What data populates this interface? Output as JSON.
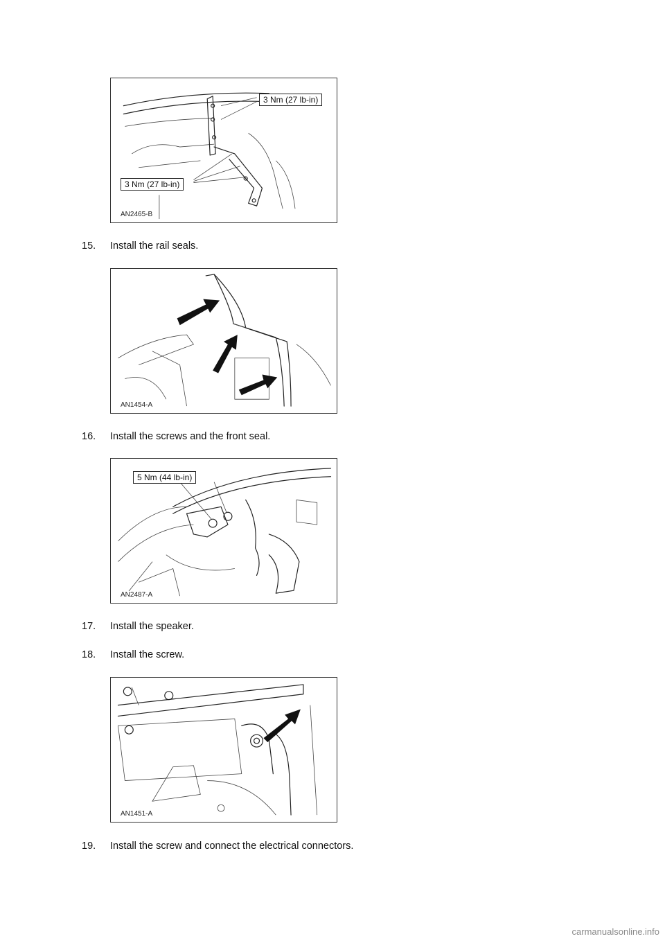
{
  "figures": [
    {
      "code": "AN2465-B",
      "callouts": [
        "3 Nm (27 lb-in)",
        "3 Nm (27 lb-in)"
      ]
    },
    {
      "code": "AN1454-A",
      "callouts": []
    },
    {
      "code": "AN2487-A",
      "callouts": [
        "5 Nm (44 lb-in)"
      ]
    },
    {
      "code": "AN1451-A",
      "callouts": []
    }
  ],
  "steps": [
    {
      "number": "15.",
      "text": "Install the rail seals."
    },
    {
      "number": "16.",
      "text": "Install the screws and the front seal."
    },
    {
      "number": "17.",
      "text": "Install the speaker."
    },
    {
      "number": "18.",
      "text": "Install the screw."
    },
    {
      "number": "19.",
      "text": "Install the screw and connect the electrical connectors."
    }
  ],
  "footer": {
    "watermark": "carmanualsonline.info"
  }
}
